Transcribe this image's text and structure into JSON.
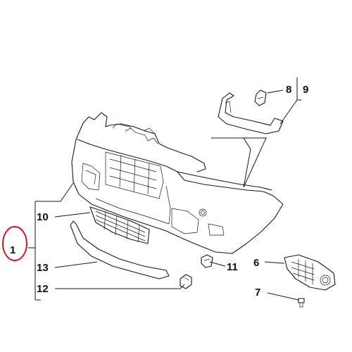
{
  "callouts": {
    "n1": "1",
    "n6": "6",
    "n7": "7",
    "n8": "8",
    "n9": "9",
    "n10": "10",
    "n11": "11",
    "n12": "12",
    "n13": "13"
  },
  "colors": {
    "highlight_ring": "#d9141c",
    "line": "#1a1a1a"
  }
}
